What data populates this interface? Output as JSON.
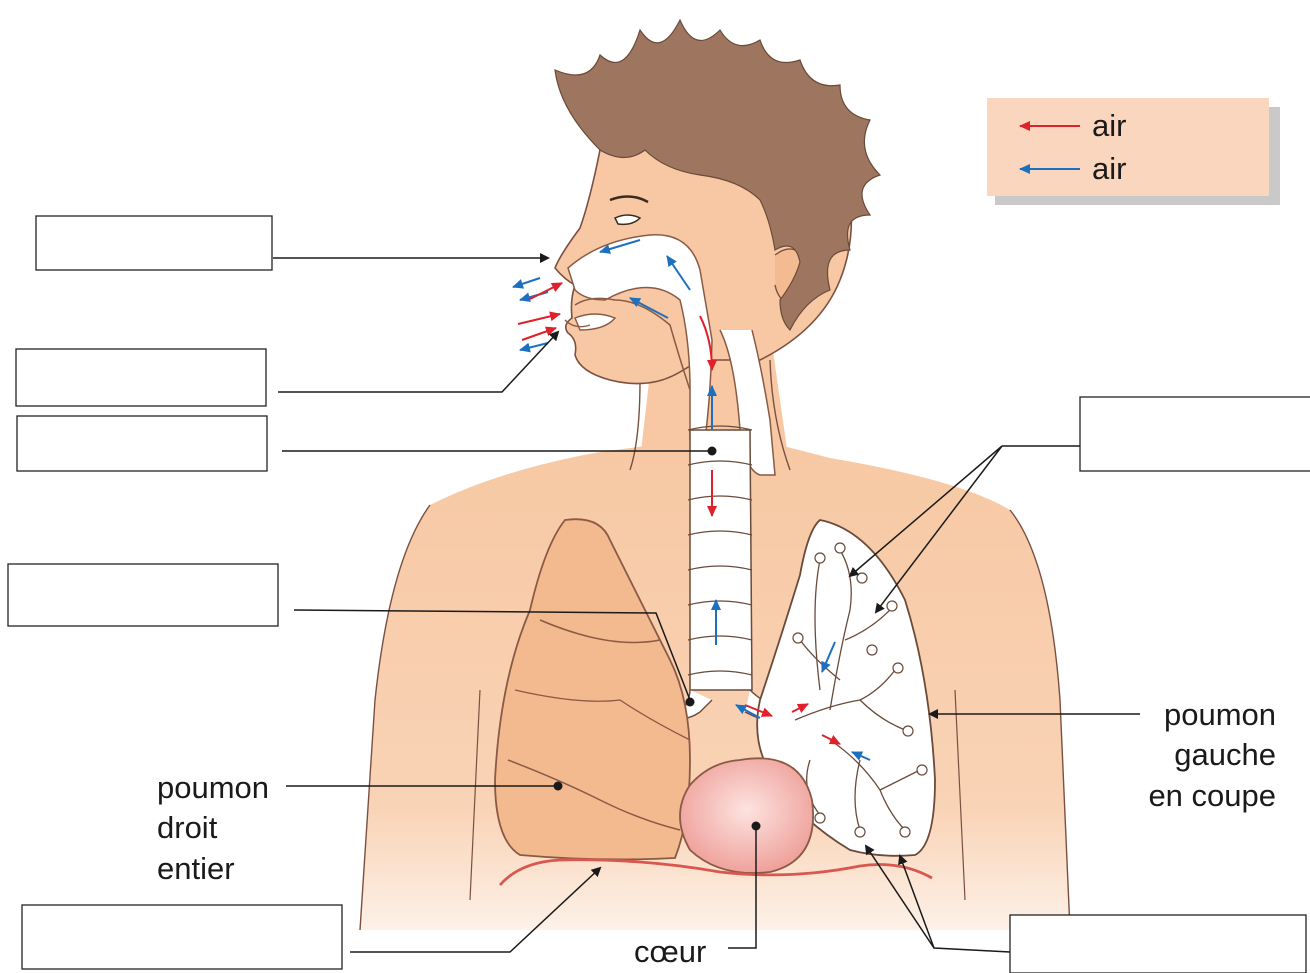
{
  "legend": {
    "items": [
      {
        "label": "air",
        "arrow_color": "#e0202a"
      },
      {
        "label": "air",
        "arrow_color": "#1d6fc0"
      }
    ],
    "background": "#f9d6bd"
  },
  "labels": {
    "right_lung": [
      "poumon",
      "droit",
      "entier"
    ],
    "left_lung": [
      "poumon",
      "gauche",
      "en coupe"
    ],
    "heart": "cœur"
  },
  "blank_boxes": [
    {
      "id": "blank-nose",
      "value": ""
    },
    {
      "id": "blank-mouth",
      "value": ""
    },
    {
      "id": "blank-trachea",
      "value": ""
    },
    {
      "id": "blank-bronchus",
      "value": ""
    },
    {
      "id": "blank-bronchioles",
      "value": ""
    },
    {
      "id": "blank-diaphragm",
      "value": ""
    },
    {
      "id": "blank-alveoli",
      "value": ""
    }
  ],
  "colors": {
    "skin": "#f7c8a3",
    "skin_light": "#fbe3d1",
    "hair": "#9e7660",
    "lung": "#f3b98f",
    "lung_outline": "#8a5a45",
    "heart": "#f3a9a3",
    "diaphragm": "#d9574e",
    "inhale_arrow": "#e0202a",
    "exhale_arrow": "#1d6fc0"
  }
}
